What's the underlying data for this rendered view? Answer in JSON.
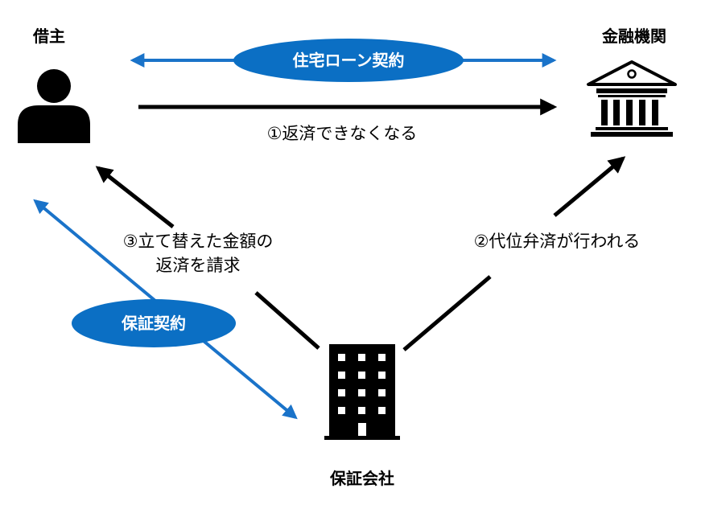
{
  "nodes": {
    "borrower": {
      "label": "借主"
    },
    "bank": {
      "label": "金融機関"
    },
    "guarantor": {
      "label": "保証会社"
    }
  },
  "contracts": {
    "mortgage": {
      "label": "住宅ローン契約",
      "color": "#0b6fc4"
    },
    "guarantee": {
      "label": "保証契約",
      "color": "#0b6fc4"
    }
  },
  "steps": {
    "step1": "①返済できなくなる",
    "step2": "②代位弁済が行われる",
    "step3_line1": "③立て替えた金額の",
    "step3_line2": "返済を請求"
  },
  "colors": {
    "arrow_black": "#000000",
    "arrow_blue": "#1a73c9",
    "pill_fill": "#0b6fc4"
  }
}
